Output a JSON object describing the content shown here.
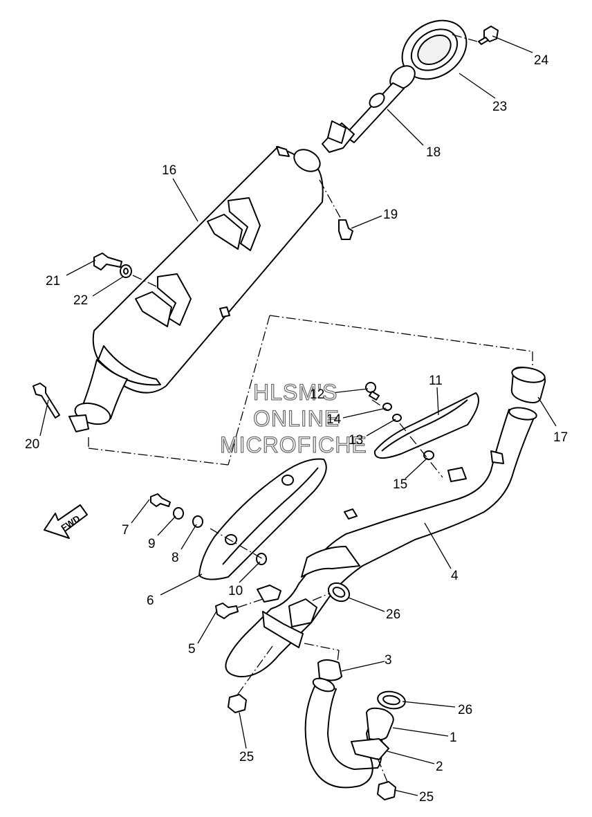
{
  "diagram": {
    "callouts": {
      "c1": "1",
      "c2": "2",
      "c3": "3",
      "c4": "4",
      "c5": "5",
      "c6": "6",
      "c7": "7",
      "c8": "8",
      "c9": "9",
      "c10": "10",
      "c11": "11",
      "c12": "12",
      "c13": "13",
      "c14": "14",
      "c15": "15",
      "c16": "16",
      "c17": "17",
      "c18": "18",
      "c19": "19",
      "c20": "20",
      "c21": "21",
      "c22": "22",
      "c23": "23",
      "c24": "24",
      "c25a": "25",
      "c25b": "25",
      "c26a": "26",
      "c26b": "26"
    },
    "watermark": {
      "line1": "HLSM'S",
      "line2": "ONLINE",
      "line3": "MICROFICHE"
    },
    "direction_arrow": "FWD"
  }
}
